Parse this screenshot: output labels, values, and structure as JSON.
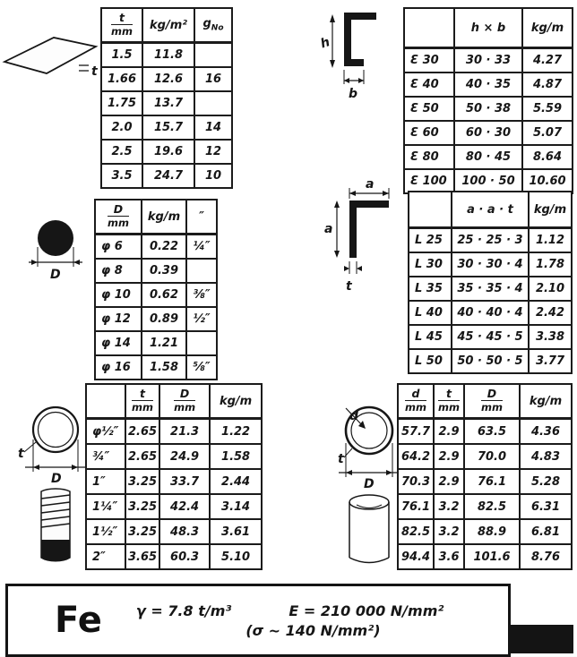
{
  "sketches": {
    "sheet": {
      "t_label": "t"
    },
    "channel": {
      "h_label": "h",
      "b_label": "b"
    },
    "round": {
      "D_label": "D"
    },
    "angle": {
      "a_top_label": "a",
      "a_side_label": "a",
      "t_label": "t"
    },
    "pipe_inch": {
      "t_label": "t",
      "D_label": "D"
    },
    "pipe_metric": {
      "d_label": "d",
      "t_label": "t",
      "D_label": "D"
    }
  },
  "tables": {
    "sheet": {
      "h_t_top": "t",
      "h_t_bot": "mm",
      "h_w": "kg/m²",
      "h_g": "g",
      "h_g_sub": "No",
      "rows": [
        [
          "1.5",
          "11.8",
          ""
        ],
        [
          "1.66",
          "12.6",
          "16"
        ],
        [
          "1.75",
          "13.7",
          ""
        ],
        [
          "2.0",
          "15.7",
          "14"
        ],
        [
          "2.5",
          "19.6",
          "12"
        ],
        [
          "3.5",
          "24.7",
          "10"
        ]
      ]
    },
    "channel": {
      "h_name": "",
      "h_dims": "h × b",
      "h_w": "kg/m",
      "rows": [
        [
          "Ɛ 30",
          "30 · 33",
          "4.27"
        ],
        [
          "Ɛ 40",
          "40 · 35",
          "4.87"
        ],
        [
          "Ɛ 50",
          "50 · 38",
          "5.59"
        ],
        [
          "Ɛ 60",
          "60 · 30",
          "5.07"
        ],
        [
          "Ɛ 80",
          "80 · 45",
          "8.64"
        ],
        [
          "Ɛ 100",
          "100 · 50",
          "10.60"
        ]
      ]
    },
    "round": {
      "h_d_top": "D",
      "h_d_bot": "mm",
      "h_w": "kg/m",
      "h_in": "″",
      "rows": [
        [
          "φ 6",
          "0.22",
          "¼″"
        ],
        [
          "φ 8",
          "0.39",
          ""
        ],
        [
          "φ 10",
          "0.62",
          "⅜″"
        ],
        [
          "φ 12",
          "0.89",
          "½″"
        ],
        [
          "φ 14",
          "1.21",
          ""
        ],
        [
          "φ 16",
          "1.58",
          "⅝″"
        ]
      ]
    },
    "angle": {
      "h_name": "",
      "h_dims": "a · a · t",
      "h_w": "kg/m",
      "rows": [
        [
          "L 25",
          "25 · 25 · 3",
          "1.12"
        ],
        [
          "L 30",
          "30 · 30 · 4",
          "1.78"
        ],
        [
          "L 35",
          "35 · 35 · 4",
          "2.10"
        ],
        [
          "L 40",
          "40 · 40 · 4",
          "2.42"
        ],
        [
          "L 45",
          "45 · 45 · 5",
          "3.38"
        ],
        [
          "L 50",
          "50 · 50 · 5",
          "3.77"
        ]
      ]
    },
    "pipe_inch": {
      "h_name": "",
      "h_t_top": "t",
      "h_t_bot": "mm",
      "h_d_top": "D",
      "h_d_bot": "mm",
      "h_w": "kg/m",
      "rows": [
        [
          "φ½″",
          "2.65",
          "21.3",
          "1.22"
        ],
        [
          "¾″",
          "2.65",
          "24.9",
          "1.58"
        ],
        [
          "1″",
          "3.25",
          "33.7",
          "2.44"
        ],
        [
          "1¼″",
          "3.25",
          "42.4",
          "3.14"
        ],
        [
          "1½″",
          "3.25",
          "48.3",
          "3.61"
        ],
        [
          "2″",
          "3.65",
          "60.3",
          "5.10"
        ]
      ]
    },
    "pipe_metric": {
      "h_d_top": "d",
      "h_d_bot": "mm",
      "h_t_top": "t",
      "h_t_bot": "mm",
      "h_D_top": "D",
      "h_D_bot": "mm",
      "h_w": "kg/m",
      "rows": [
        [
          "57.7",
          "2.9",
          "63.5",
          "4.36"
        ],
        [
          "64.2",
          "2.9",
          "70.0",
          "4.83"
        ],
        [
          "70.3",
          "2.9",
          "76.1",
          "5.28"
        ],
        [
          "76.1",
          "3.2",
          "82.5",
          "6.31"
        ],
        [
          "82.5",
          "3.2",
          "88.9",
          "6.81"
        ],
        [
          "94.4",
          "3.6",
          "101.6",
          "8.76"
        ]
      ]
    }
  },
  "footer": {
    "symbol": "Fe",
    "density": "γ = 7.8 t/m³",
    "modulus": "E = 210 000 N/mm²",
    "stress": "(σ ~ 140 N/mm²)"
  }
}
